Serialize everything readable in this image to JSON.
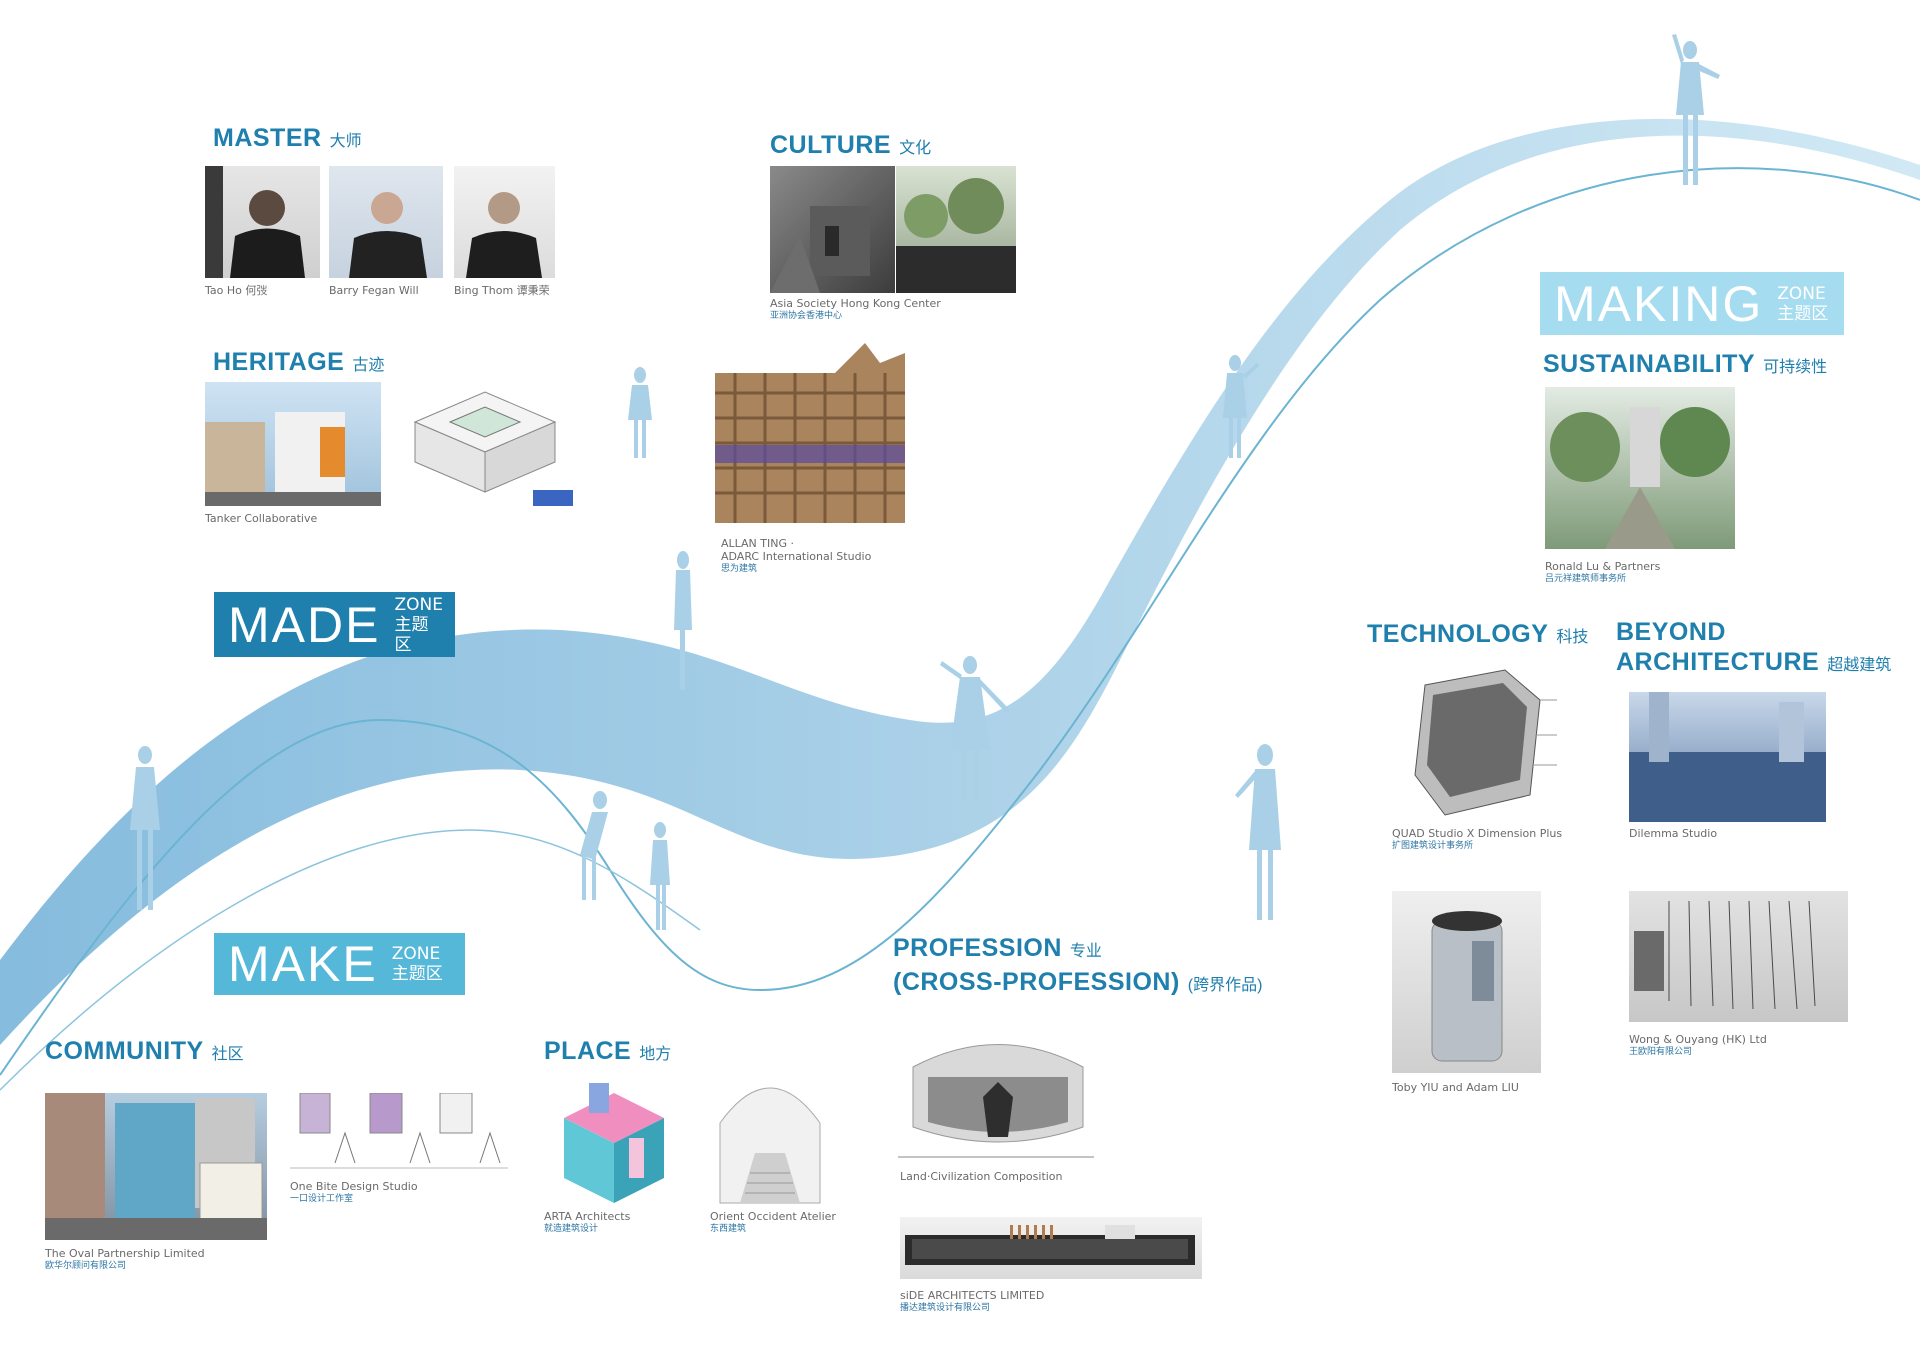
{
  "zones": {
    "made": {
      "big": "MADE",
      "small1": "ZONE",
      "small2": "主题区",
      "color": "#1f7fad"
    },
    "make": {
      "big": "MAKE",
      "small1": "ZONE",
      "small2": "主题区",
      "color": "#55b8d8"
    },
    "making": {
      "big": "MAKING",
      "small1": "ZONE",
      "small2": "主题区",
      "color": "#a6dcf0"
    }
  },
  "sections": {
    "master": {
      "en": "MASTER",
      "cn": "大师"
    },
    "culture": {
      "en": "CULTURE",
      "cn": "文化"
    },
    "heritage": {
      "en": "HERITAGE",
      "cn": "古迹"
    },
    "sustainability": {
      "en": "SUSTAINABILITY",
      "cn": "可持续性"
    },
    "technology": {
      "en": "TECHNOLOGY",
      "cn": "科技"
    },
    "beyond_line1": "BEYOND",
    "beyond_line2": "ARCHITECTURE",
    "beyond_cn": "超越建筑",
    "profession_line1": "PROFESSION",
    "profession_cn": "专业",
    "profession_line2": "(CROSS-PROFESSION)",
    "profession_cn2": "(跨界作品)",
    "community": {
      "en": "COMMUNITY",
      "cn": "社区"
    },
    "place": {
      "en": "PLACE",
      "cn": "地方"
    }
  },
  "captions": {
    "tao_ho": "Tao Ho 何弢",
    "barry": "Barry Fegan Will",
    "bing": "Bing Thom 谭秉荣",
    "asia_en": "Asia Society Hong Kong Center",
    "asia_cn": "亚洲协会香港中心",
    "tanker": "Tanker Collaborative",
    "allan_1": "ALLAN TING ·",
    "allan_2": "ADARC International Studio",
    "allan_cn": "思为建筑",
    "ronald_en": "Ronald Lu & Partners",
    "ronald_cn": "吕元祥建筑师事务所",
    "quad_en": "QUAD Studio X Dimension Plus",
    "quad_cn": "扩图建筑设计事务所",
    "dilemma": "Dilemma Studio",
    "toby": "Toby YIU and Adam LIU",
    "wong_en": "Wong & Ouyang (HK) Ltd",
    "wong_cn": "王欧阳有限公司",
    "land": "Land·Civilization Composition",
    "side_en": "siDE ARCHITECTS LIMITED",
    "side_cn": "播达建筑设计有限公司",
    "oval_en": "The Oval Partnership Limited",
    "oval_cn": "欧华尔顾问有限公司",
    "onebite_en": "One Bite Design Studio",
    "onebite_cn": "一口设计工作室",
    "arta_en": "ARTA Architects",
    "arta_cn": "就造建筑设计",
    "orient_en": "Orient Occident Atelier",
    "orient_cn": "东西建筑"
  },
  "colors": {
    "heading": "#1f7fad",
    "ribbon": "#a9d0e6",
    "ribbon_line": "#6bb4d2"
  }
}
